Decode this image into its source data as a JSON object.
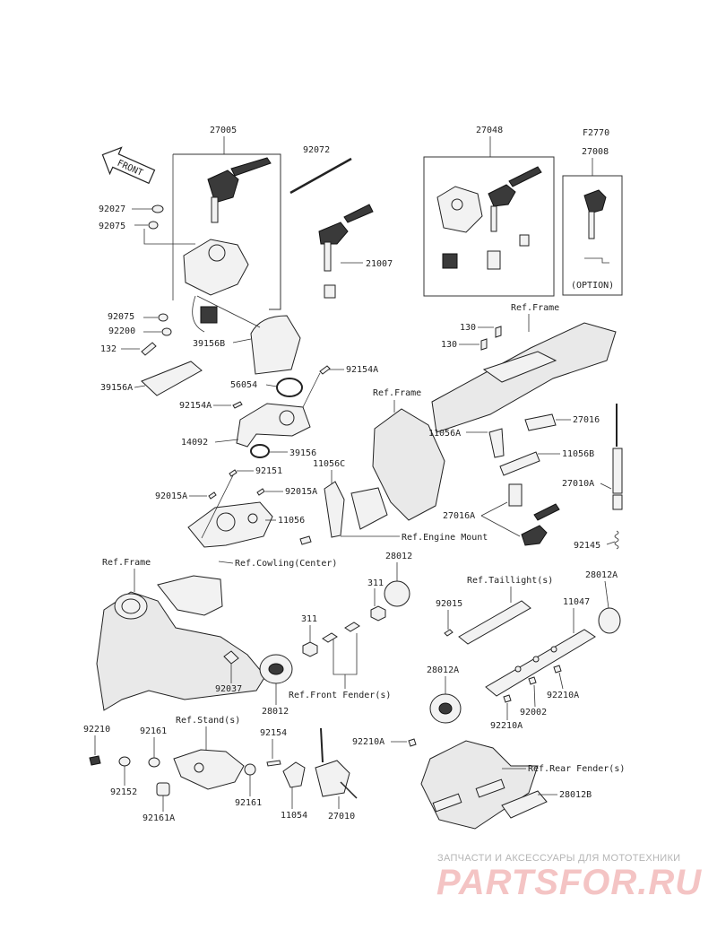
{
  "figure_code": "F2770",
  "front_arrow_label": "FRONT",
  "option_label": "(OPTION)",
  "labels": {
    "27005": "27005",
    "92072": "92072",
    "27048": "27048",
    "27008": "27008",
    "92027": "92027",
    "92075a": "92075",
    "21007": "21007",
    "92075b": "92075",
    "92200": "92200",
    "132": "132",
    "39156B": "39156B",
    "39156A": "39156A",
    "56054": "56054",
    "92154A_a": "92154A",
    "92154A_b": "92154A",
    "14092": "14092",
    "39156": "39156",
    "92151": "92151",
    "92015A_a": "92015A",
    "92015A_b": "92015A",
    "11056": "11056",
    "11056C": "11056C",
    "ref_frame_1": "Ref.Frame",
    "ref_frame_2": "Ref.Frame",
    "ref_frame_3": "Ref.Frame",
    "ref_engine_mount": "Ref.Engine Mount",
    "ref_cowling_center": "Ref.Cowling(Center)",
    "130a": "130",
    "130b": "130",
    "27016": "27016",
    "11056A": "11056A",
    "11056B": "11056B",
    "27010A": "27010A",
    "27016A": "27016A",
    "92145": "92145",
    "28012a": "28012",
    "311a": "311",
    "311b": "311",
    "ref_taillight": "Ref.Taillight(s)",
    "28012A_a": "28012A",
    "92015": "92015",
    "11047": "11047",
    "28012A_b": "28012A",
    "92037": "92037",
    "28012b": "28012",
    "ref_front_fender": "Ref.Front Fender(s)",
    "92210A_a": "92210A",
    "92002": "92002",
    "92210A_b": "92210A",
    "92210": "92210",
    "92161": "92161",
    "ref_stand": "Ref.Stand(s)",
    "92154": "92154",
    "92210A_c": "92210A",
    "ref_rear_fender": "Ref.Rear Fender(s)",
    "92152": "92152",
    "92161b": "92161",
    "11054": "11054",
    "27010": "27010",
    "28012B": "28012B",
    "92161A": "92161A"
  },
  "watermark": {
    "tagline": "ЗАПЧАСТИ И АКСЕССУАРЫ ДЛЯ МОТОТЕХНИКИ",
    "logo": "PARTSFOR.RU"
  }
}
